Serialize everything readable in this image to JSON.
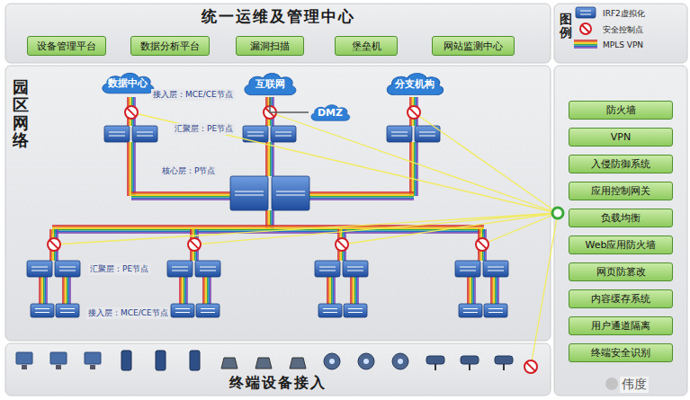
{
  "diagram": {
    "title": "统一运维及管理中心",
    "nodes": [
      {
        "text": [
          "统一运维及管理中心"
        ]
      },
      {
        "text": [
          "设备管理平台"
        ],
        "in": 0
      },
      {
        "text": [
          "数据分析平台"
        ],
        "in": 0
      },
      {
        "text": [
          "漏洞扫描"
        ],
        "in": 0
      },
      {
        "text": [
          "堡垒机"
        ],
        "in": 0
      },
      {
        "text": [
          "网站监测中心"
        ],
        "in": 0
      },
      {
        "text": [
          "园区网络"
        ]
      },
      {
        "text": [
          "数据中心"
        ],
        "in": 6
      },
      {
        "text": [
          "互联网"
        ],
        "in": 6
      },
      {
        "text": [
          "分支机构"
        ],
        "in": 6
      },
      {
        "text": [
          "DMZ"
        ],
        "in": 6
      },
      {
        "text": [
          "终端设备接入"
        ]
      },
      {
        "text": [
          "防火墙"
        ]
      },
      {
        "text": [
          "VPN"
        ]
      },
      {
        "text": [
          "入侵防御系统"
        ]
      },
      {
        "text": [
          "应用控制网关"
        ]
      },
      {
        "text": [
          "负载均衡"
        ]
      },
      {
        "text": [
          "Web应用防火墙"
        ]
      },
      {
        "text": [
          "网页防篡改"
        ]
      },
      {
        "text": [
          "内容缓存系统"
        ]
      },
      {
        "text": [
          "用户通道隔离"
        ]
      },
      {
        "text": [
          "终端安全识别"
        ]
      }
    ],
    "edges": [
      {
        "from": 8,
        "to": 10,
        "arrow": "none"
      }
    ],
    "labels": [
      "接入层：MCE/CE节点",
      "汇聚层：PE节点",
      "核心层：P节点",
      "汇聚层：PE节点",
      "接入层：MCE/CE节点",
      "图例",
      "伟度"
    ],
    "legend": [
      {
        "text": "IRF2虚拟化"
      },
      {
        "text": "安全控制点"
      },
      {
        "text": "MPLS VPN"
      }
    ]
  }
}
